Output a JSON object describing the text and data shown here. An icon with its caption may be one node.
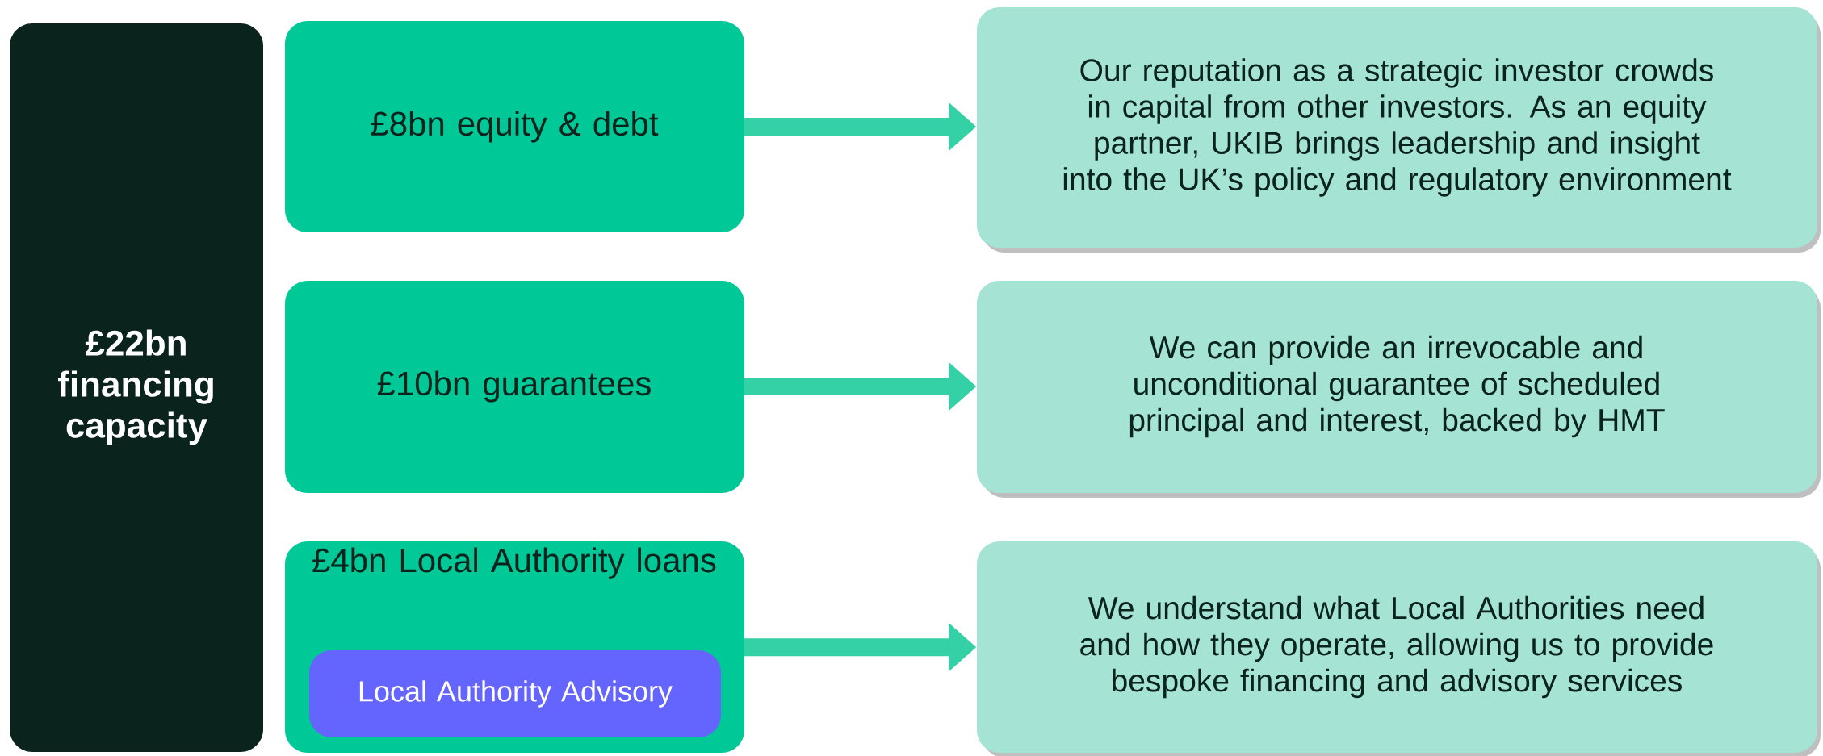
{
  "diagram": {
    "nodes": [
      {
        "text": [
          "£22bn financing capacity"
        ]
      },
      {
        "text": [
          "£8bn equity & debt"
        ]
      },
      {
        "text": [
          "£10bn guarantees"
        ]
      },
      {
        "text": [
          "£4bn Local Authority loans"
        ]
      },
      {
        "text": [
          "Local Authority Advisory"
        ],
        "in": 3
      },
      {
        "text": [
          "Our reputation as a strategic investor crowds in capital from other investors. As an equity partner, UKIB brings leadership and insight into the UK’s policy and regulatory environment"
        ]
      },
      {
        "text": [
          "We can provide an irrevocable and unconditional guarantee of scheduled principal and interest, backed by HMT"
        ]
      },
      {
        "text": [
          "We understand what Local Authorities need and how they operate, allowing us to provide bespoke financing and advisory services"
        ]
      }
    ],
    "edges": [
      {
        "from": 1,
        "to": 5,
        "arrow": "to"
      },
      {
        "from": 2,
        "to": 6,
        "arrow": "to"
      },
      {
        "from": 3,
        "to": 7,
        "arrow": "to"
      }
    ]
  }
}
